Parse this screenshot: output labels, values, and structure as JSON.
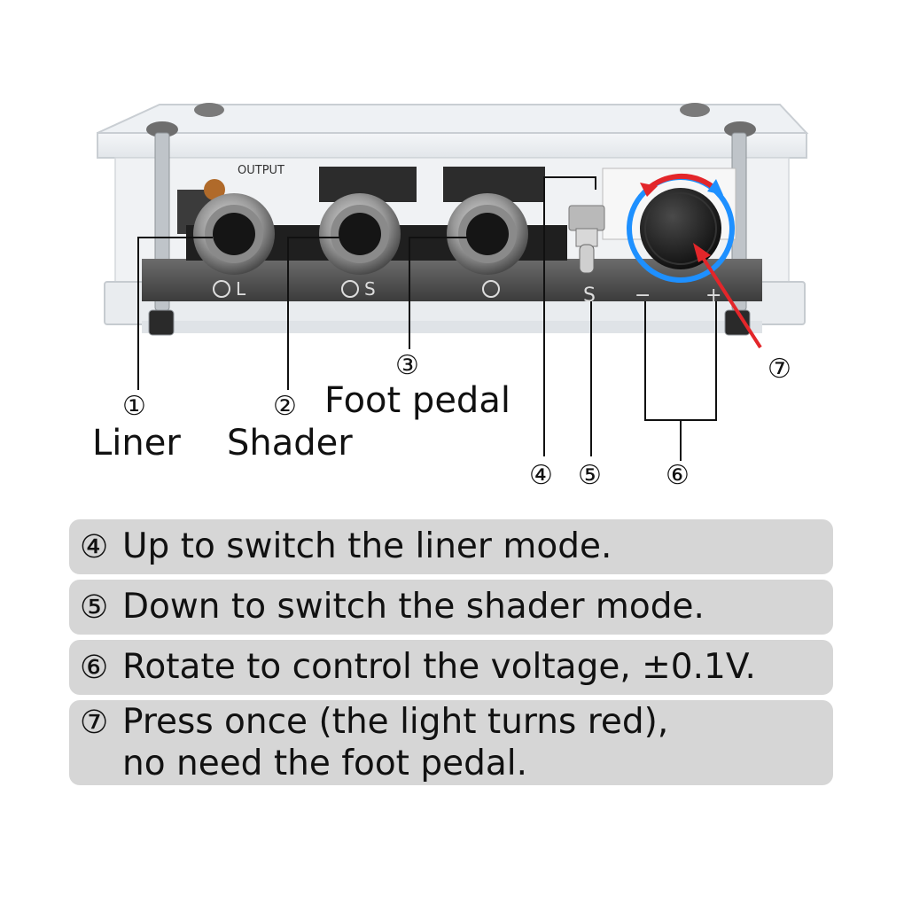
{
  "callouts": {
    "c1": {
      "num": "①",
      "label": "Liner"
    },
    "c2": {
      "num": "②",
      "label": "Shader"
    },
    "c3": {
      "num": "③",
      "label": "Foot pedal"
    },
    "c4": {
      "num": "④"
    },
    "c5": {
      "num": "⑤"
    },
    "c6": {
      "num": "⑥"
    },
    "c7": {
      "num": "⑦"
    }
  },
  "device_marks": {
    "jack1": "L",
    "jack2": "S",
    "switch": "S",
    "minus": "−",
    "plus": "+",
    "pcb_top": "OUTPUT"
  },
  "notes": [
    {
      "badge": "④",
      "lines": [
        "Up to switch the liner mode."
      ]
    },
    {
      "badge": "⑤",
      "lines": [
        "Down to switch the shader mode."
      ]
    },
    {
      "badge": "⑥",
      "lines": [
        "Rotate to control the voltage, ±0.1V."
      ]
    },
    {
      "badge": "⑦",
      "lines": [
        "Press once (the light turns red),",
        "no need the foot pedal."
      ]
    }
  ],
  "colors": {
    "panel": "#d6d6d6",
    "ring_blue": "#1e90ff",
    "ring_red": "#e3262a",
    "arrow": "#e3262a"
  }
}
